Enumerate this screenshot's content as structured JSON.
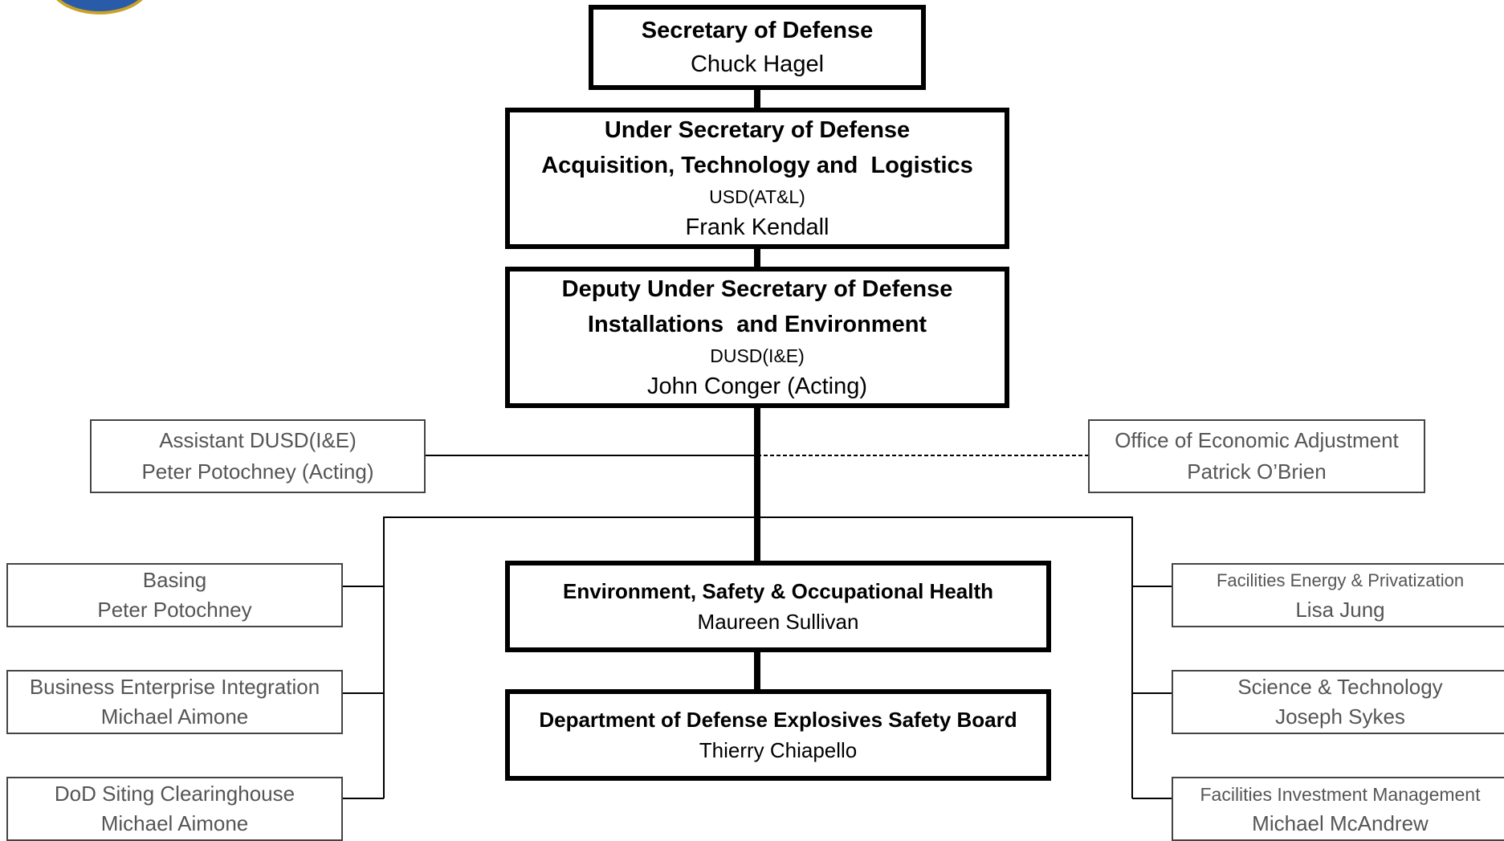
{
  "org_chart": {
    "secdef": {
      "title": "Secretary of Defense",
      "name": "Chuck Hagel"
    },
    "usd": {
      "title_line1": "Under Secretary of Defense",
      "title_line2": "Acquisition, Technology and  Logistics",
      "abbr": "USD(AT&L)",
      "name": "Frank Kendall"
    },
    "dusd": {
      "title_line1": "Deputy Under Secretary of Defense",
      "title_line2": "Installations  and Environment",
      "abbr": "DUSD(I&E)",
      "name": "John Conger (Acting)"
    },
    "assistant": {
      "title": "Assistant DUSD(I&E)",
      "name": "Peter Potochney (Acting)"
    },
    "oea": {
      "title": "Office of Economic Adjustment",
      "name": "Patrick O’Brien"
    },
    "basing": {
      "title": "Basing",
      "name": "Peter Potochney"
    },
    "bei": {
      "title": "Business Enterprise Integration",
      "name": "Michael Aimone"
    },
    "siting": {
      "title": "DoD Siting Clearinghouse",
      "name": "Michael Aimone"
    },
    "esoh": {
      "title": "Environment, Safety & Occupational Health",
      "name": "Maureen Sullivan"
    },
    "ddesb": {
      "title": "Department of Defense Explosives Safety Board",
      "name": "Thierry Chiapello"
    },
    "fep": {
      "title": "Facilities Energy & Privatization",
      "name": "Lisa Jung"
    },
    "snt": {
      "title": "Science & Technology",
      "name": "Joseph Sykes"
    },
    "fim": {
      "title": "Facilities Investment Management",
      "name": "Michael McAndrew"
    }
  },
  "colors": {
    "heavy_border": "#000000",
    "thin_border": "#444444",
    "thin_text": "#555555",
    "seal_blue": "#2a5ba8",
    "seal_gold": "#c9a227"
  }
}
